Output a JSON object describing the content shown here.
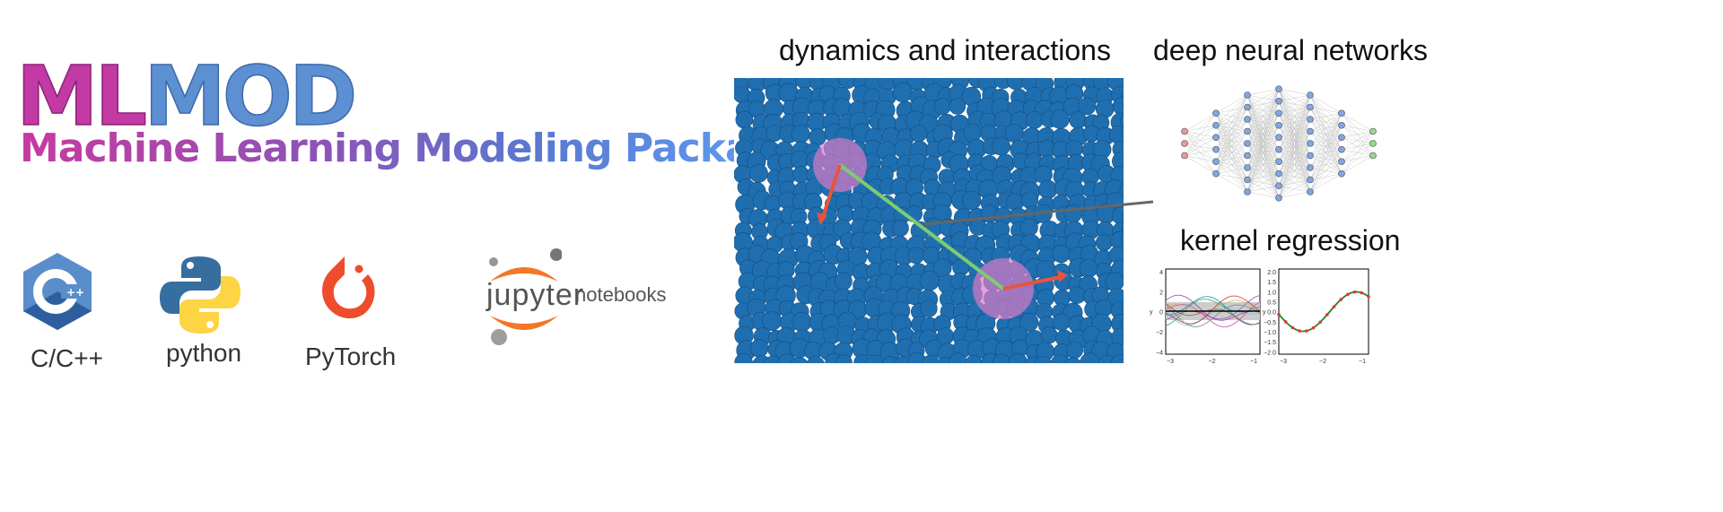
{
  "title": {
    "part1": "ML",
    "part2": "MOD"
  },
  "subtitle": "Machine Learning Modeling Package",
  "logos": [
    {
      "label": "C/C++",
      "icon": "cpp-logo-icon"
    },
    {
      "label": "python",
      "icon": "python-logo-icon"
    },
    {
      "label": "PyTorch",
      "icon": "pytorch-logo-icon"
    },
    {
      "label_main": "jupyter",
      "label_sub": "notebooks",
      "icon": "jupyter-logo-icon"
    }
  ],
  "sections": {
    "dynamics": "dynamics and interactions",
    "dnn": "deep neural networks",
    "kernel": "kernel regression"
  },
  "network_layers": [
    3,
    6,
    9,
    10,
    9,
    6,
    3
  ],
  "plots": {
    "left": {
      "ylabel": "y",
      "yticks": [
        "4",
        "2",
        "0",
        "−2",
        "−4"
      ],
      "xticks": [
        "−3",
        "−2",
        "−1"
      ]
    },
    "right": {
      "ylabel": "y",
      "yticks": [
        "2.0",
        "1.5",
        "1.0",
        "0.5",
        "0.0",
        "−0.5",
        "−1.0",
        "−1.5",
        "−2.0"
      ],
      "xticks": [
        "−3",
        "−2",
        "−1"
      ]
    }
  },
  "colors": {
    "ml": "#c33aa5",
    "mod": "#5d8fd3",
    "particle": "#1f6fb0",
    "arrow": "#e8533f",
    "link": "#7dcc6e"
  }
}
